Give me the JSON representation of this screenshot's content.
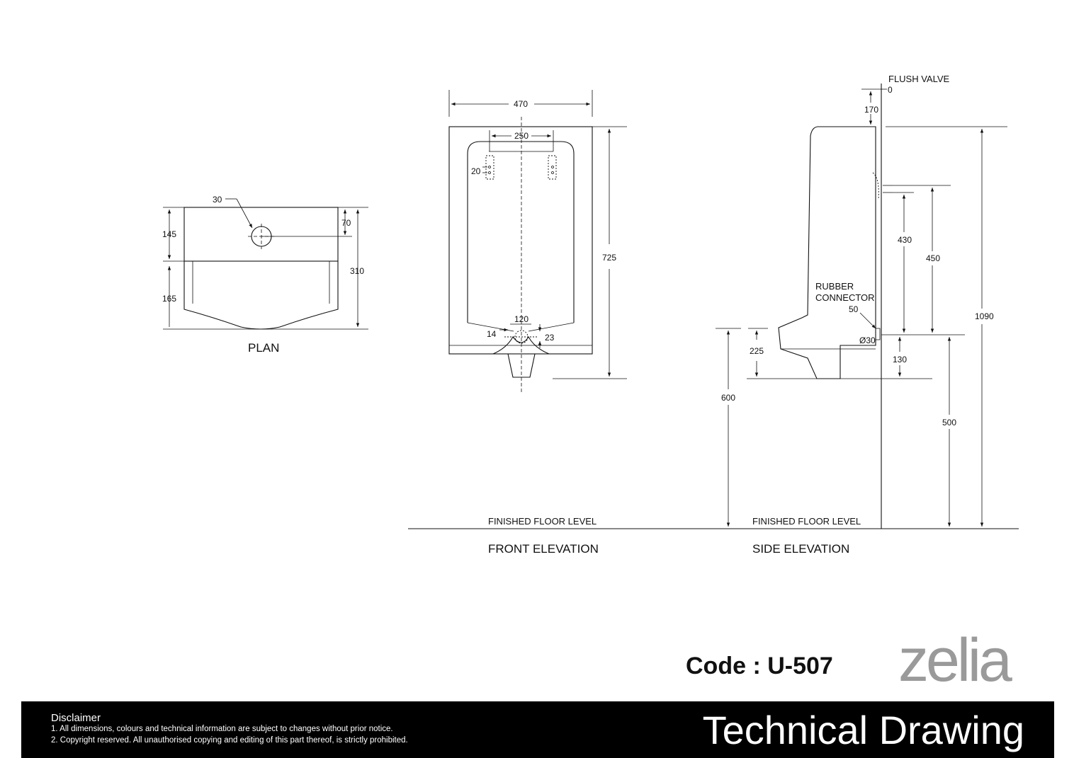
{
  "views": {
    "plan": {
      "title": "PLAN",
      "dims": {
        "hole": "30",
        "top": "145",
        "bottom": "165",
        "offset": "70",
        "total": "310"
      }
    },
    "front": {
      "title": "FRONT ELEVATION",
      "floor_label": "FINISHED FLOOR LEVEL",
      "dims": {
        "width": "470",
        "spacing": "250",
        "bracket": "20",
        "height": "725",
        "outlet": "120",
        "outlet_side": "14",
        "outlet_depth": "23"
      }
    },
    "side": {
      "title": "SIDE ELEVATION",
      "floor_label": "FINISHED FLOOR LEVEL",
      "flush_valve": "FLUSH VALVE",
      "connector": [
        "RUBBER",
        "CONNECTOR"
      ],
      "dims": {
        "zero": "0",
        "valve": "170",
        "d430": "430",
        "d450": "450",
        "d50": "50",
        "dia": "Ø30",
        "d130": "130",
        "d225": "225",
        "d600": "600",
        "d500": "500",
        "d1090": "1090"
      }
    }
  },
  "code": "Code : U-507",
  "brand": "zelia",
  "footer": {
    "disclaimer_title": "Disclaimer",
    "lines": [
      "1. All dimensions, colours and technical information are subject to changes without prior notice.",
      "2. Copyright reserved. All unauthorised copying and editing of this part thereof, is strictly prohibited."
    ],
    "title": "Technical Drawing"
  }
}
